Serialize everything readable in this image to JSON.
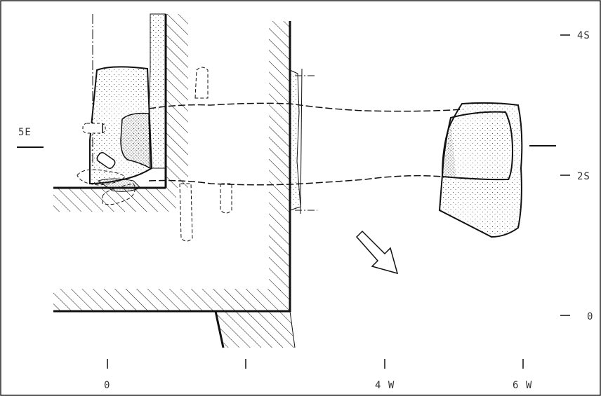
{
  "labels": {
    "left_5e": "5E",
    "right_4s": "4S",
    "right_2s": "2S",
    "right_0": "0",
    "bottom_0": "0",
    "bottom_4w": "4 W",
    "bottom_6w": "6 W"
  },
  "colors": {
    "ink": "#111111",
    "paper": "#ffffff",
    "stipple": "#333333"
  },
  "icons": {
    "direction": "arrow-southeast-icon"
  }
}
